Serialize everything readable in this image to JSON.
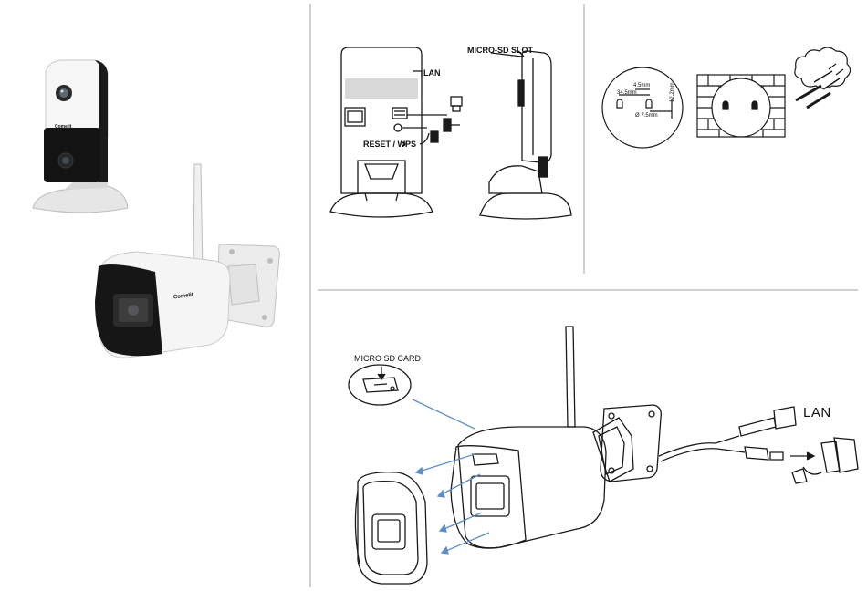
{
  "labels": {
    "lan_top": "LAN",
    "microsd_slot": "MICRO-SD SLOT",
    "reset_wps": "RESET / WPS",
    "dim_45": "4.5mm",
    "dim_345": "34.5mm",
    "dim_75": "Ø 7.5mm",
    "dim_122": "12.2mm",
    "micro_sd_card": "MICRO SD CARD",
    "lan_bottom": "LAN"
  },
  "brand": "Comelit",
  "colors": {
    "line": "#1a1a1a",
    "arrow_blue": "#5b8fc9",
    "divider": "#9a9a9a",
    "camera_white": "#f4f4f4",
    "camera_black": "#151515"
  }
}
